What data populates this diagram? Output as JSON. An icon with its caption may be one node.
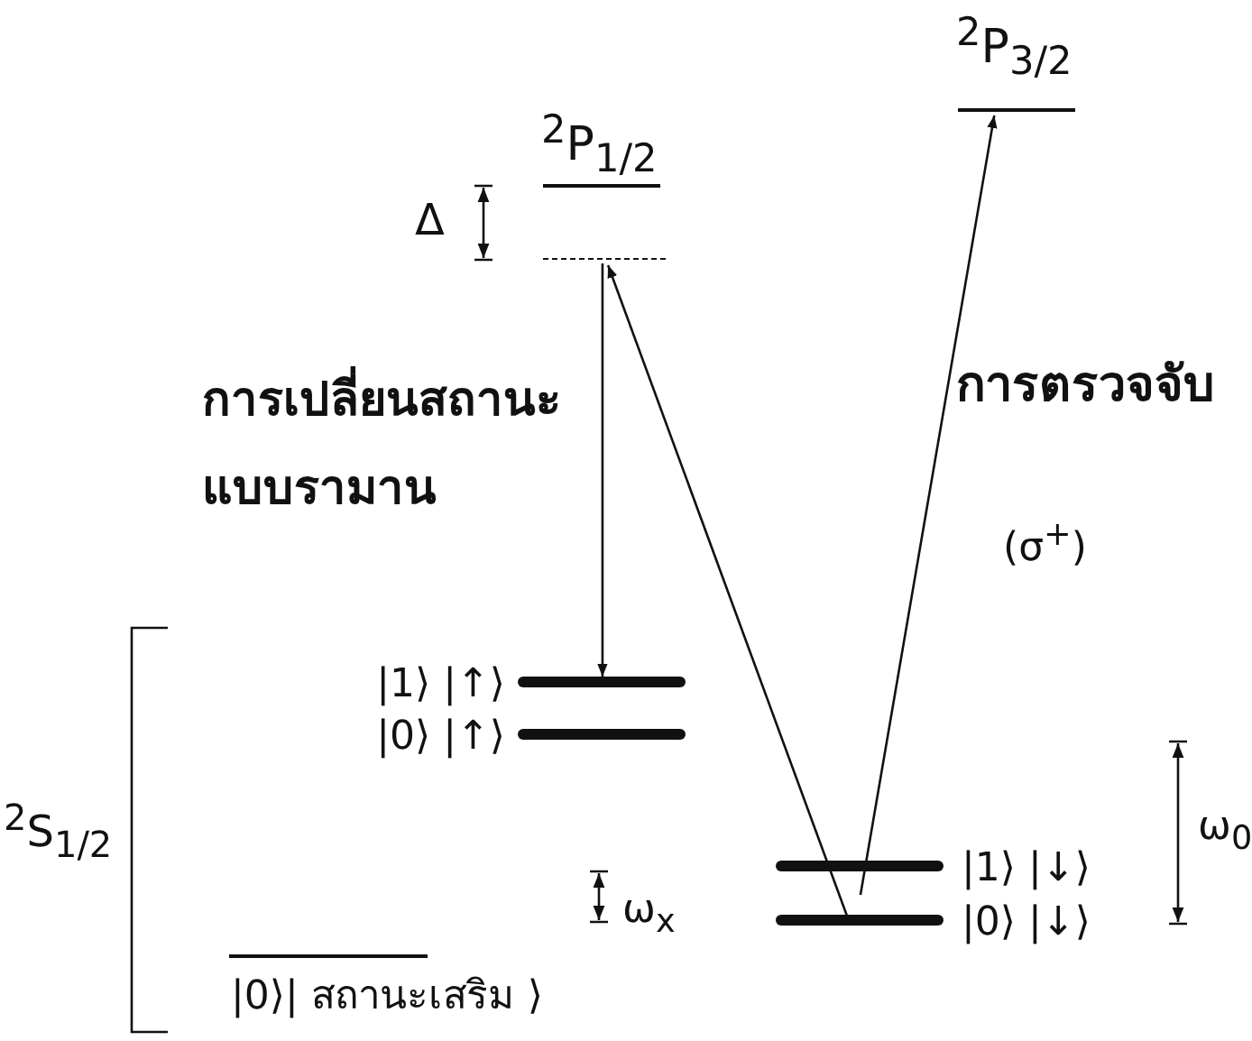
{
  "diagram": {
    "nodes": [
      {
        "text": [
          "$^{2}$P$_{1/2}$"
        ]
      },
      {
        "text": [],
        "shape": "bar"
      },
      {
        "text": [
          "$^{2}$P$_{3/2}$"
        ]
      },
      {
        "text": [
          "|1⟩ |↑⟩"
        ]
      },
      {
        "text": [
          "|0⟩ |↑⟩"
        ]
      },
      {
        "text": [
          "|1⟩ |↓⟩"
        ]
      },
      {
        "text": [
          "|0⟩ |↓⟩"
        ]
      },
      {
        "text": [
          "|0⟩|  สถานะเสริม  ⟩"
        ]
      }
    ],
    "edges": [
      {
        "from": 1,
        "to": 3,
        "arrow": "to"
      },
      {
        "from": 6,
        "to": 1,
        "arrow": "to"
      },
      {
        "from": 5,
        "to": 2,
        "arrow": "to"
      }
    ],
    "labels": [
      "Δ",
      "การเปลี่ยนสถานะ แบบรามาน",
      "การตรวจจับ",
      "(σ$^{+}$)",
      "$^{2}$S$_{1/2}$",
      "ω$_{x}$",
      "ω$_{0}$"
    ]
  }
}
